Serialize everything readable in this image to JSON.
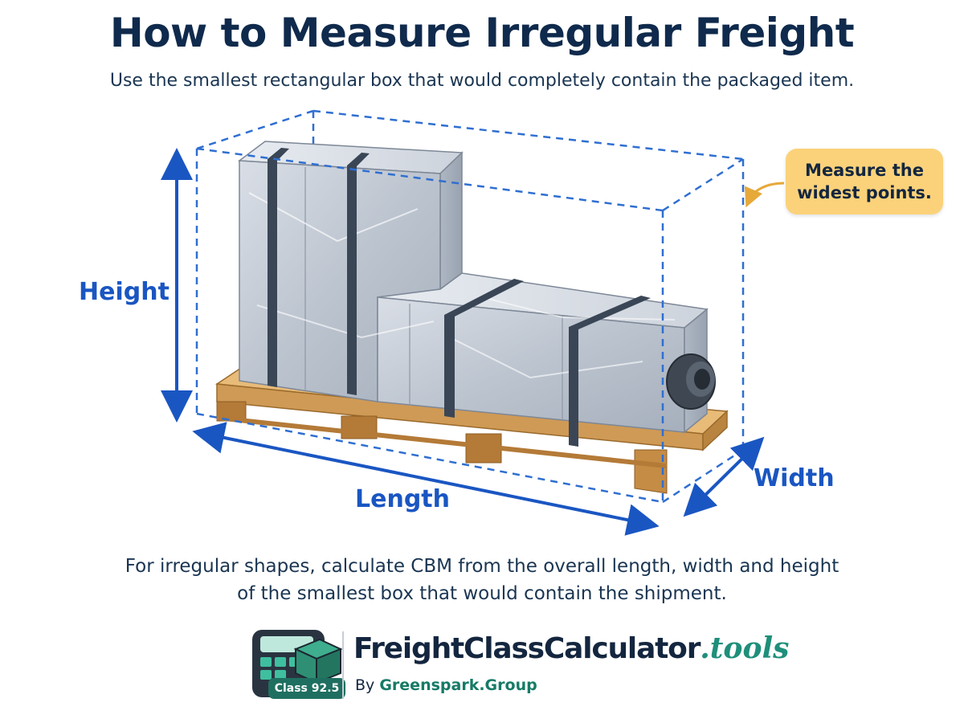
{
  "title": "How to Measure Irregular Freight",
  "subtitle": "Use the smallest rectangular box that would completely contain the packaged item.",
  "labels": {
    "height": "Height",
    "length": "Length",
    "width": "Width"
  },
  "callout": {
    "line1": "Measure the",
    "line2": "widest points."
  },
  "footnote": {
    "line1": "For irregular shapes, calculate CBM from the overall length, width and height",
    "line2": "of the smallest box that would contain the shipment."
  },
  "logo": {
    "name": "FreightClassCalculator",
    "tld": ".tools",
    "by_prefix": "By",
    "by_name": "Greenspark.Group",
    "badge": "Class 92.5",
    "icon": "calculator-box-icon"
  },
  "colors": {
    "accent_blue": "#1a56c2",
    "title_navy": "#0f2a4c",
    "callout_bg": "#fbd27a",
    "brand_green": "#1e8f7a",
    "pallet_wood": "#d9a562"
  }
}
